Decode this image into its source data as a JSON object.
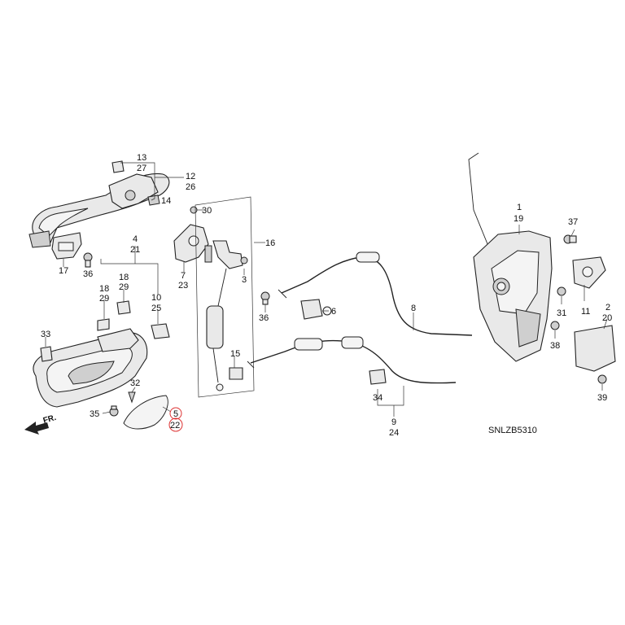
{
  "diagram_code": "SNLZB5310",
  "direction_label": "FR.",
  "callouts": {
    "c1": "1",
    "c19": "19",
    "c37": "37",
    "c11": "11",
    "c31": "31",
    "c2": "2",
    "c20": "20",
    "c38": "38",
    "c39": "39",
    "c13": "13",
    "c27": "27",
    "c12": "12",
    "c26": "26",
    "c14": "14",
    "c17": "17",
    "c36a": "36",
    "c4": "4",
    "c21": "21",
    "c18a": "18",
    "c29a": "29",
    "c18b": "18",
    "c29b": "29",
    "c10": "10",
    "c25": "25",
    "c33": "33",
    "c32": "32",
    "c35": "35",
    "c5": "5",
    "c22": "22",
    "c30": "30",
    "c7": "7",
    "c23": "23",
    "c3": "3",
    "c16": "16",
    "c36b": "36",
    "c15": "15",
    "c6": "6",
    "c8": "8",
    "c34": "34",
    "c9": "9",
    "c24": "24"
  },
  "highlighted_callouts": [
    "5",
    "22"
  ]
}
